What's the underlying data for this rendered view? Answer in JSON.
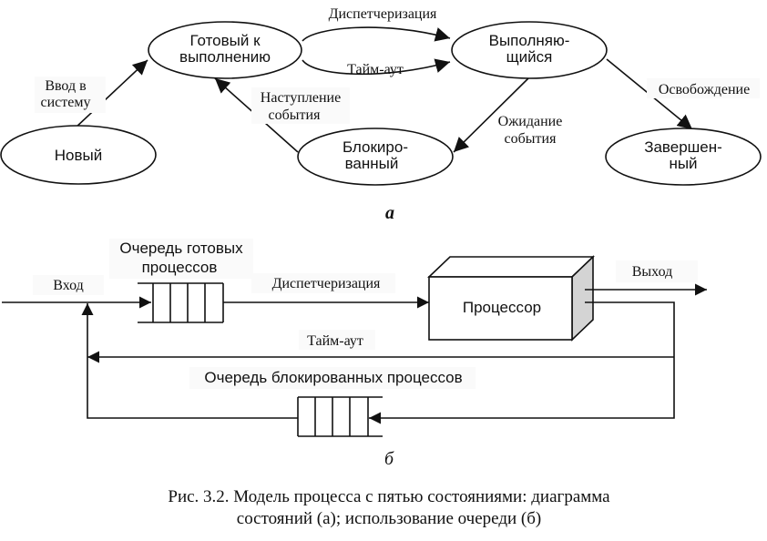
{
  "diagram_a": {
    "label": "a",
    "states": {
      "new": [
        "Новый"
      ],
      "ready": [
        "Готовый к",
        "выполнению"
      ],
      "running": [
        "Выполняю-",
        "щийся"
      ],
      "blocked": [
        "Блокиро-",
        "ванный"
      ],
      "exit": [
        "Завершен-",
        "ный"
      ]
    },
    "transitions": {
      "admit": [
        "Ввод в",
        "систему"
      ],
      "dispatch": [
        "Диспетчеризация"
      ],
      "timeout": [
        "Тайм-аут"
      ],
      "release": [
        "Освобождение"
      ],
      "event_wait": [
        "Ожидание",
        "события"
      ],
      "event_occurs": [
        "Наступление",
        "события"
      ]
    }
  },
  "diagram_b": {
    "label": "б",
    "ready_queue": [
      "Очередь готовых",
      "процессов"
    ],
    "blocked_queue": [
      "Очередь блокированных процессов"
    ],
    "processor": "Процессор",
    "input": "Вход",
    "output": "Выход",
    "dispatch": "Диспетчеризация",
    "timeout": "Тайм-аут"
  },
  "caption": [
    "Рис. 3.2. Модель процесса с пятью состояниями: диаграмма",
    "состояний (а); использование очереди (б)"
  ]
}
